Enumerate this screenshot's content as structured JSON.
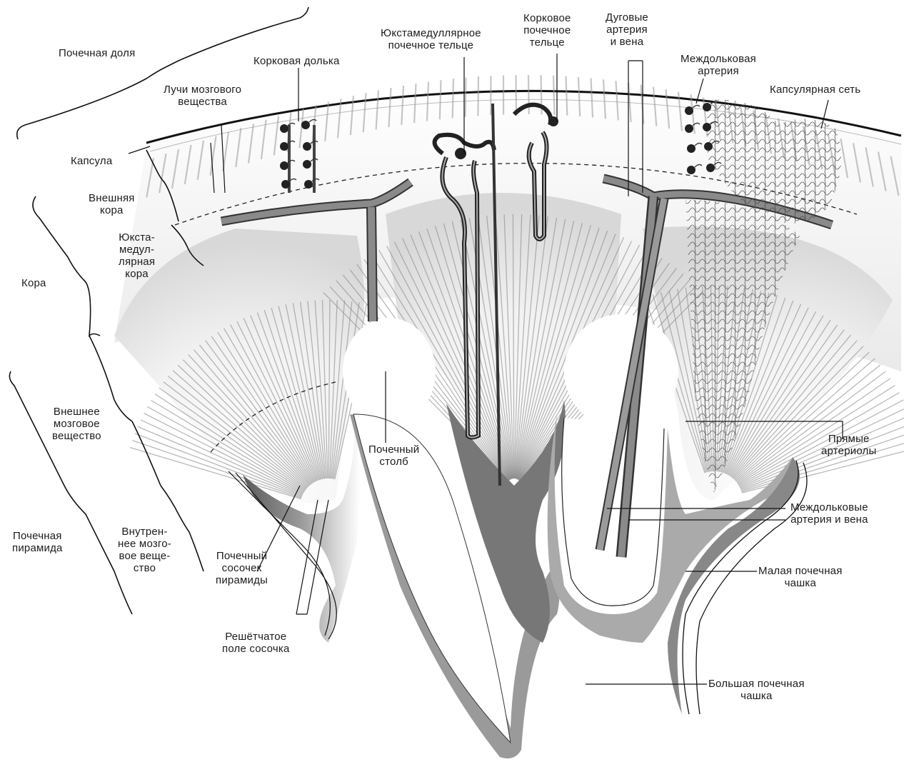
{
  "labels": {
    "renal_lobe": "Почечная доля",
    "cortical_lobule": "Корковая долька",
    "medullary_rays": "Лучи мозгового\nвещества",
    "capsule": "Капсула",
    "outer_cortex": "Внешняя\nкора",
    "juxtamedullary_cortex": "Юкста-\nмедул-\nлярная\nкора",
    "cortex": "Кора",
    "outer_medulla": "Внешнее\nмозговое\nвещество",
    "renal_pyramid": "Почечная\nпирамида",
    "inner_medulla": "Внутрен-\nнее мозго-\nвое веще-\nство",
    "renal_papilla": "Почечный\nсосочек\nпирамиды",
    "area_cribrosa": "Решётчатое\nполе сосочка",
    "renal_column": "Почечный\nстолб",
    "juxtamedullary_corpuscle": "Юкстамедуллярное\nпочечное тельце",
    "cortical_corpuscle": "Корковое\nпочечное\nтельце",
    "arcuate_vessels": "Дуговые\nартерия\nи вена",
    "interlobular_artery": "Междольковая\nартерия",
    "capsular_network": "Капсулярная сеть",
    "vasa_recta": "Прямые\nартериолы",
    "interlobar_vessels": "Междольковые\nартерия и вена",
    "minor_calyx": "Малая почечная\nчашка",
    "major_calyx": "Большая почечная\nчашка"
  },
  "colors": {
    "vessel": "#6e6e6e",
    "vessel_dark": "#3a3a3a",
    "tissue_shadow": "#8a8a8a",
    "line": "#111111"
  }
}
